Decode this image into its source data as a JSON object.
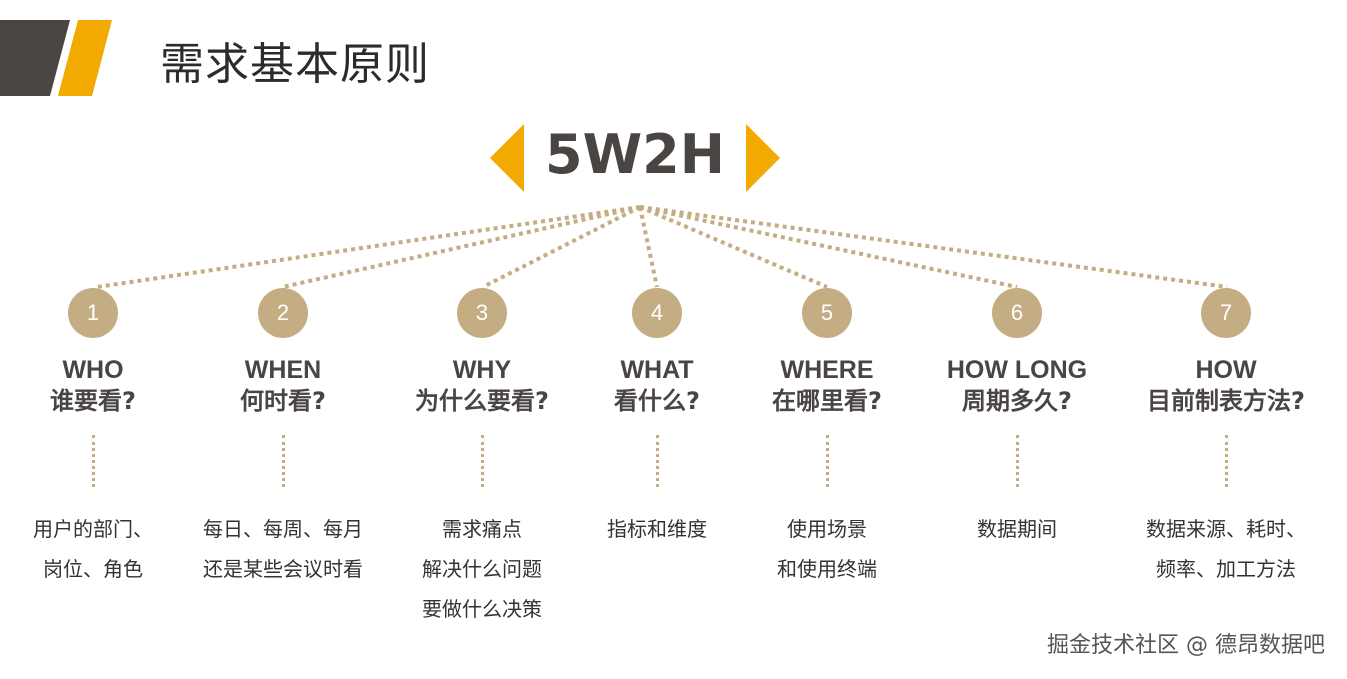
{
  "header": {
    "title": "需求基本原则"
  },
  "center": {
    "title": "5W2H"
  },
  "colors": {
    "accent": "#f2a900",
    "dark_block": "#4a4443",
    "circle": "#c4ad82",
    "connector": "#c4ad82"
  },
  "items": [
    {
      "number": "1",
      "en": "WHO",
      "zh": "谁要看?",
      "desc": [
        "用户的部门、",
        "岗位、角色"
      ]
    },
    {
      "number": "2",
      "en": "WHEN",
      "zh": "何时看?",
      "desc": [
        "每日、每周、每月",
        "还是某些会议时看"
      ]
    },
    {
      "number": "3",
      "en": "WHY",
      "zh": "为什么要看?",
      "desc": [
        "需求痛点",
        "解决什么问题",
        "要做什么决策"
      ]
    },
    {
      "number": "4",
      "en": "WHAT",
      "zh": "看什么?",
      "desc": [
        "指标和维度"
      ]
    },
    {
      "number": "5",
      "en": "WHERE",
      "zh": "在哪里看?",
      "desc": [
        "使用场景",
        "和使用终端"
      ]
    },
    {
      "number": "6",
      "en": "HOW LONG",
      "zh": "周期多久?",
      "desc": [
        "数据期间"
      ]
    },
    {
      "number": "7",
      "en": "HOW",
      "zh": "目前制表方法?",
      "desc": [
        "数据来源、耗时、",
        "频率、加工方法"
      ]
    }
  ],
  "watermark": "掘金技术社区 @ 德昂数据吧"
}
